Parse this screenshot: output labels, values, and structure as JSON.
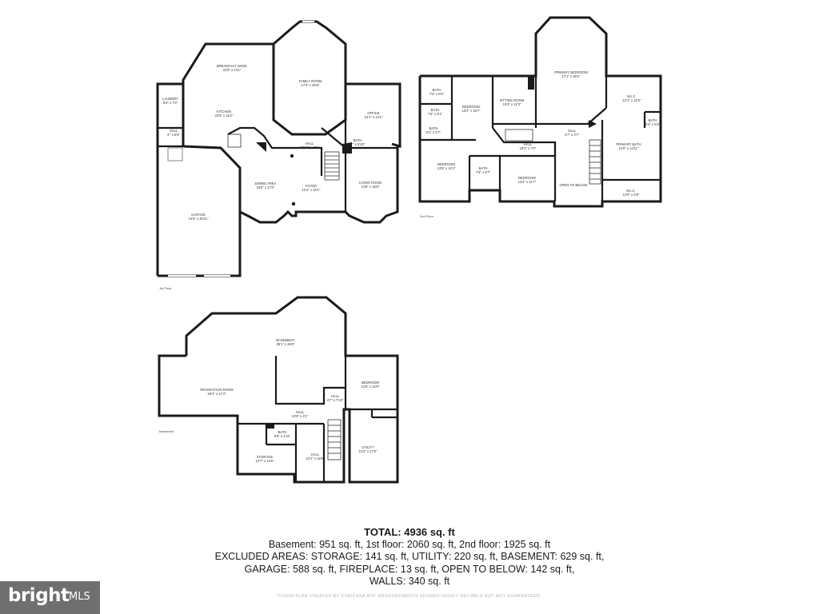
{
  "floors": {
    "first": {
      "label": "1st Floor",
      "rooms": {
        "breakfast_nook": {
          "name": "BREAKFAST NOOK",
          "dims": "22'8\" x 4'11\""
        },
        "family_room": {
          "name": "FAMILY ROOM",
          "dims": "17'4\" x 25'8\""
        },
        "laundry": {
          "name": "LAUNDRY",
          "dims": "5'6\" x 7'2\""
        },
        "kitchen": {
          "name": "KITCHEN",
          "dims": "22'8\" x 16'2\""
        },
        "office": {
          "name": "OFFICE",
          "dims": "13'1\" x 14'1\""
        },
        "hall_small": {
          "name": "HALL",
          "dims": "4'\" x 6'6\""
        },
        "hall_main": {
          "name": "HALL",
          "dims": "20'10\" x 7'2\""
        },
        "bath": {
          "name": "BATH",
          "dims": "5'\" x 6'10\""
        },
        "garage": {
          "name": "GARAGE",
          "dims": "14'6\" x 30'11\""
        },
        "dining_area": {
          "name": "DINING AREA",
          "dims": "15'6\" x 17'0\""
        },
        "foyer": {
          "name": "FOYER",
          "dims": "12'4\" x 16'1\""
        },
        "living_room": {
          "name": "LIVING ROOM",
          "dims": "14'8\" x 18'8\""
        }
      }
    },
    "second": {
      "label": "2nd Floor",
      "rooms": {
        "primary_bedroom": {
          "name": "PRIMARY BEDROOM",
          "dims": "17'1\" x 26'2\""
        },
        "bath_a": {
          "name": "BATH",
          "dims": "7'3\" x 6'5\""
        },
        "bath_b": {
          "name": "BATH",
          "dims": "7'6\" x 5'1\""
        },
        "bath_c": {
          "name": "BATH",
          "dims": "5'2\" x 5'7\""
        },
        "bedroom_a": {
          "name": "BEDROOM",
          "dims": "10'2\" x 15'7\""
        },
        "sitting_room": {
          "name": "SITTING ROOM",
          "dims": "10'4\" x 12'3\""
        },
        "wic_a": {
          "name": "W.I.C.",
          "dims": "12'1\" x 10'2\""
        },
        "bath_d": {
          "name": "BATH",
          "dims": "5'4\" x 5'4\""
        },
        "primary_bath": {
          "name": "PRIMARY BATH",
          "dims": "14'0\" x 14'11\""
        },
        "hall_a": {
          "name": "HALL",
          "dims": "19'4\" x 7'0\""
        },
        "hall_b": {
          "name": "HALL",
          "dims": "4'7\" x 3'7\""
        },
        "bedroom_b": {
          "name": "BEDROOM",
          "dims": "13'8\" x 12'4\""
        },
        "bath_e": {
          "name": "BATH",
          "dims": "7'6\" x 5'7\""
        },
        "bedroom_c": {
          "name": "BEDROOM",
          "dims": "12'4\" x 11'7\""
        },
        "open_to_below": {
          "name": "OPEN TO BELOW",
          "dims": ""
        },
        "wic_b": {
          "name": "W.I.C.",
          "dims": "14'0\" x 5'9\""
        }
      }
    },
    "basement": {
      "label": "Basement",
      "rooms": {
        "basement": {
          "name": "BASEMENT",
          "dims": "39'1\" x 26'0\""
        },
        "recreation_room": {
          "name": "RECREATION ROOM",
          "dims": "28'4\" x 17'4\""
        },
        "bedroom": {
          "name": "BEDROOM",
          "dims": "12'6\" x 12'9\""
        },
        "hall_a": {
          "name": "HALL",
          "dims": "4'7\" x 7'10\""
        },
        "hall_b": {
          "name": "HALL",
          "dims": "13'0\" x 4'1\""
        },
        "bath": {
          "name": "BATH",
          "dims": "5'6\" x 4'11\""
        },
        "storage": {
          "name": "STORAGE",
          "dims": "14'7\" x 12'5\""
        },
        "hall_c": {
          "name": "HALL",
          "dims": "10'1\" x 16'0\""
        },
        "utility": {
          "name": "UTILITY",
          "dims": "13'4\" x 17'6\""
        }
      }
    }
  },
  "summary": {
    "total": "TOTAL: 4936 sq. ft",
    "line1": "Basement: 951 sq. ft, 1st floor: 2060 sq. ft, 2nd floor: 1925 sq. ft",
    "line2": "EXCLUDED AREAS: STORAGE: 141 sq. ft, UTILITY: 220 sq. ft, BASEMENT: 629 sq. ft,",
    "line3": "GARAGE: 588 sq. ft, FIREPLACE: 13 sq. ft, OPEN TO BELOW: 142 sq. ft,",
    "line4": "WALLS: 340 sq. ft"
  },
  "disclaimer": "FLOOR PLAN CREATED BY CUBICASA APP. MEASUREMENTS DEEMED HIGHLY RELIABLE BUT NOT GUARANTEED.",
  "logo": {
    "brand": "bright",
    "suffix": "MLS"
  }
}
